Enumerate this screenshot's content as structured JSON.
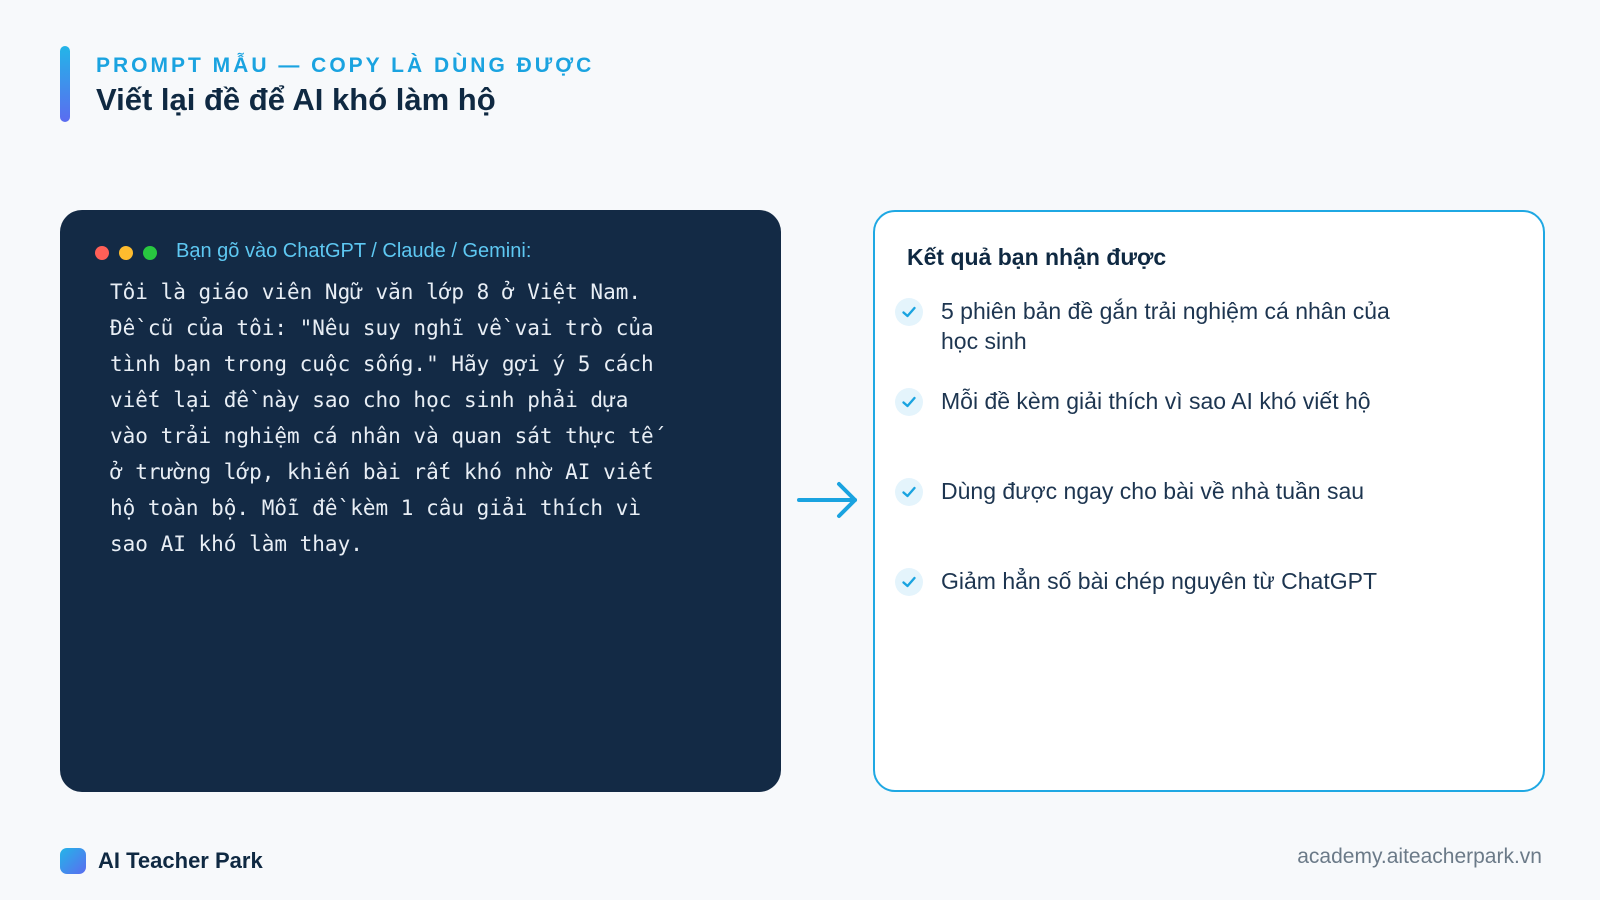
{
  "header": {
    "eyebrow": "PROMPT MẪU — COPY LÀ DÙNG ĐƯỢC",
    "title": "Viết lại đề để AI khó làm hộ"
  },
  "prompt_card": {
    "label": "Bạn gõ vào ChatGPT / Claude / Gemini:",
    "text": "Tôi là giáo viên Ngữ văn lớp 8 ở Việt Nam.\nĐề cũ của tôi: \"Nêu suy nghĩ về vai trò của\ntình bạn trong cuộc sống.\" Hãy gợi ý 5 cách\nviết lại đề này sao cho học sinh phải dựa\nvào trải nghiệm cá nhân và quan sát thực tế\nở trường lớp, khiến bài rất khó nhờ AI viết\nhộ toàn bộ. Mỗi đề kèm 1 câu giải thích vì\nsao AI khó làm thay."
  },
  "result_card": {
    "title": "Kết quả bạn nhận được",
    "items": [
      "5 phiên bản đề gắn trải nghiệm cá nhân của học sinh",
      "Mỗi đề kèm giải thích vì sao AI khó viết hộ",
      "Dùng được ngay cho bài về nhà tuần sau",
      "Giảm hẳn số bài chép nguyên từ ChatGPT"
    ]
  },
  "footer": {
    "brand": "AI Teacher Park",
    "url": "academy.aiteacherpark.vn"
  },
  "colors": {
    "accent": "#1aa3e0",
    "dark_card": "#132a45",
    "title": "#0f2942"
  }
}
